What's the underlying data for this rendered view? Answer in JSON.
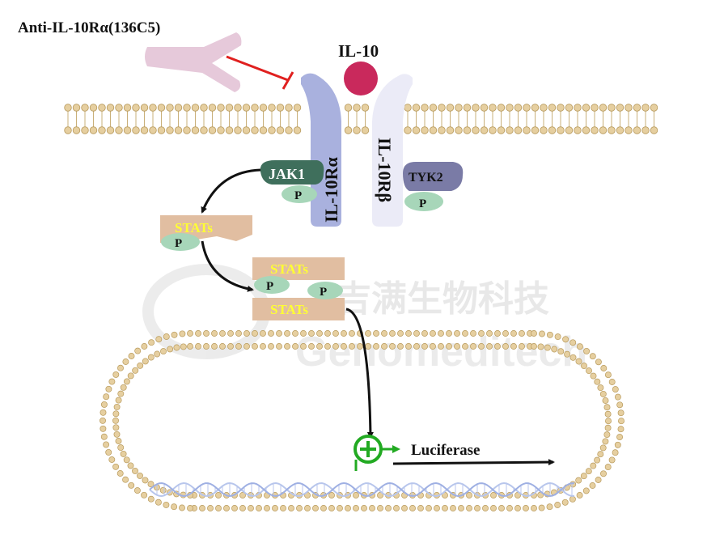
{
  "antibody": {
    "label": "Anti-IL-10Rα(136C5)"
  },
  "ligand": {
    "label": "IL-10"
  },
  "receptor_alpha": {
    "label": "IL-10Rα"
  },
  "receptor_beta": {
    "label": "IL-10Rβ"
  },
  "jak1": {
    "label": "JAK1",
    "phospho": "P"
  },
  "tyk2": {
    "label": "TYK2",
    "phospho": "P"
  },
  "stat_single": {
    "label": "STATs",
    "phospho": "P"
  },
  "stat_dimer": {
    "top_label": "STATs",
    "bottom_label": "STATs",
    "phospho_left": "P",
    "phospho_right": "P"
  },
  "reporter": {
    "label": "Luciferase"
  },
  "watermark": {
    "cn": "吉满生物科技",
    "en": "Genomeditech"
  },
  "colors": {
    "antibody": "#e6c9da",
    "inhibit": "#e0201f",
    "ligand": "#c9295c",
    "receptor_alpha": "#a9b1de",
    "receptor_beta": "#ebebf7",
    "jak1": "#3f6f5c",
    "tyk2": "#7a7ba6",
    "phospho": "#a7d6b9",
    "stat_box": "#e1bea1",
    "stat_text": "#ffff33",
    "promoter": "#22aa22",
    "lipid_head": "#e6cfa0",
    "dna": "#b8c6ec"
  }
}
